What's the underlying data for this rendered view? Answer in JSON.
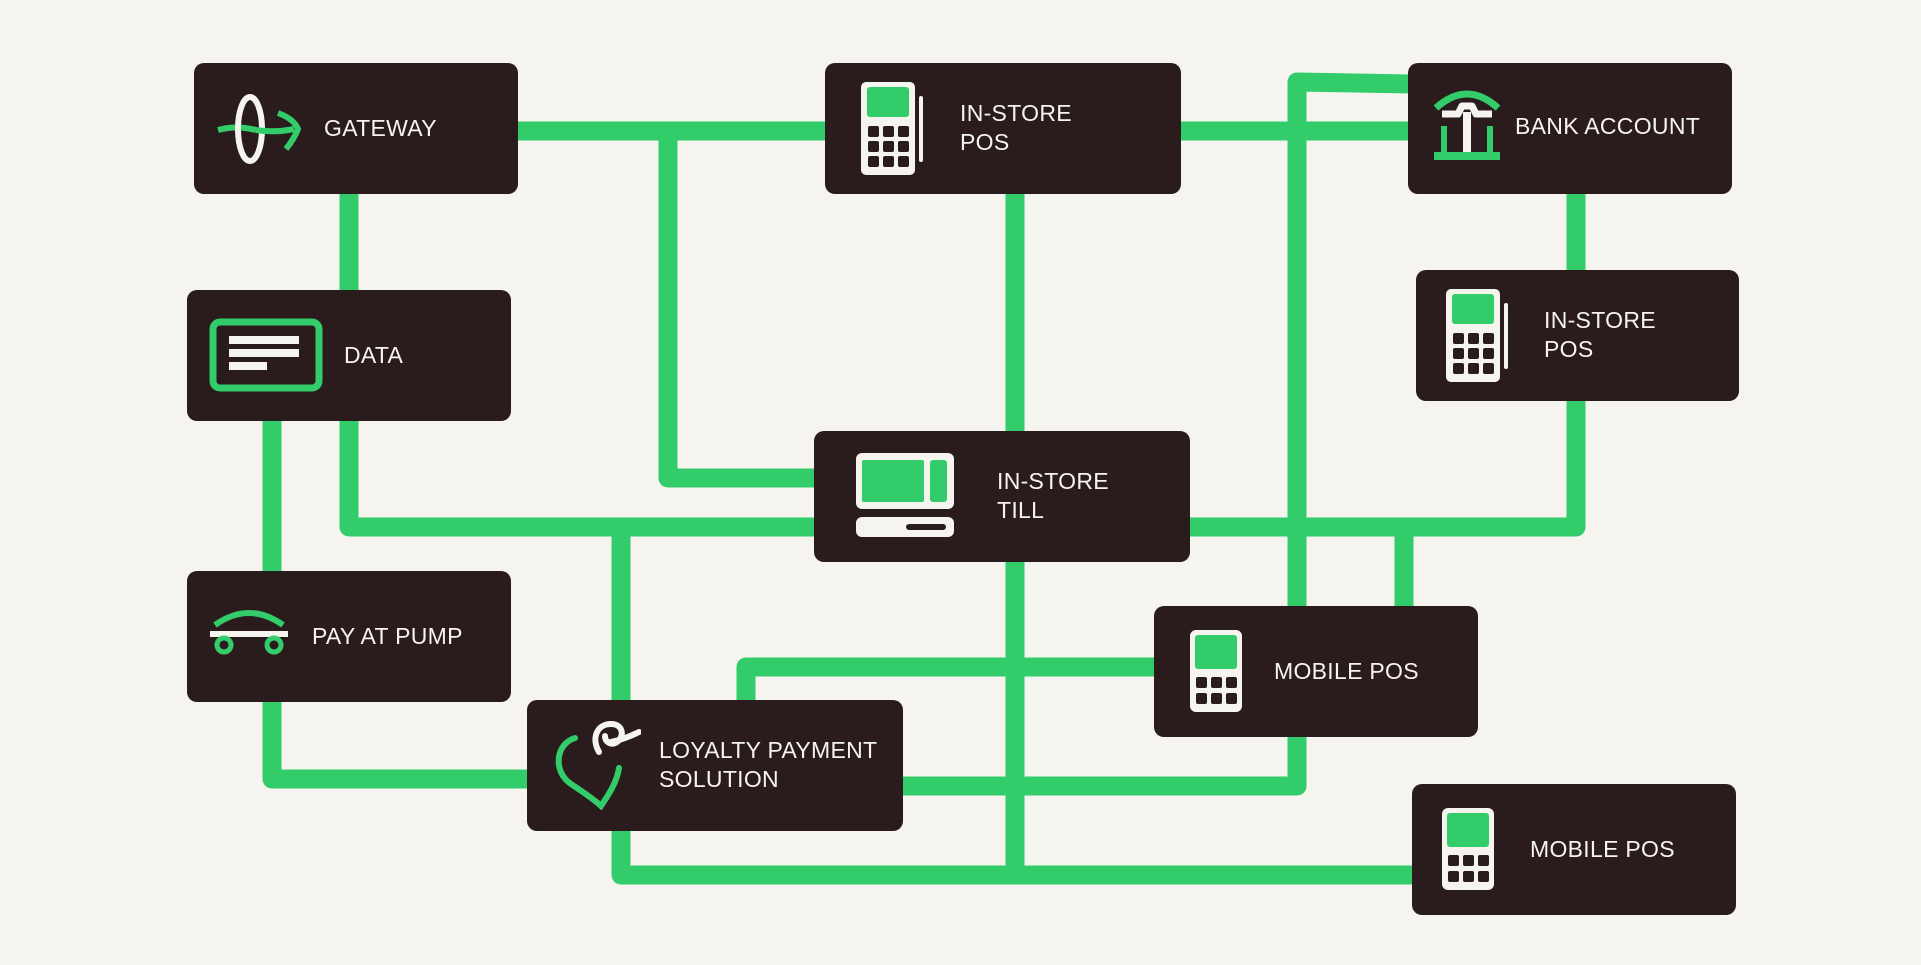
{
  "diagram": {
    "colors": {
      "background": "#f6f4ee",
      "node_fill": "#2a1c1c",
      "connector": "#33cc6a",
      "text": "#f6f4ee"
    },
    "nodes": {
      "gateway": {
        "label": "GATEWAY",
        "icon": "gateway-ring-arrow-icon"
      },
      "pos_top": {
        "label": "IN-STORE\nPOS",
        "icon": "card-terminal-icon"
      },
      "bank": {
        "label": "BANK ACCOUNT",
        "icon": "bank-building-icon"
      },
      "data": {
        "label": "DATA",
        "icon": "document-lines-icon"
      },
      "pos_right": {
        "label": "IN-STORE\nPOS",
        "icon": "card-terminal-icon"
      },
      "till": {
        "label": "IN-STORE\nTILL",
        "icon": "cash-register-icon"
      },
      "pump": {
        "label": "PAY AT PUMP",
        "icon": "fuel-pump-cart-icon"
      },
      "mobile_mid": {
        "label": "MOBILE POS",
        "icon": "mobile-terminal-icon"
      },
      "loyalty": {
        "label": "LOYALTY PAYMENT\nSOLUTION",
        "icon": "heart-leaf-icon"
      },
      "mobile_bottom": {
        "label": "MOBILE POS",
        "icon": "mobile-terminal-icon"
      }
    }
  }
}
